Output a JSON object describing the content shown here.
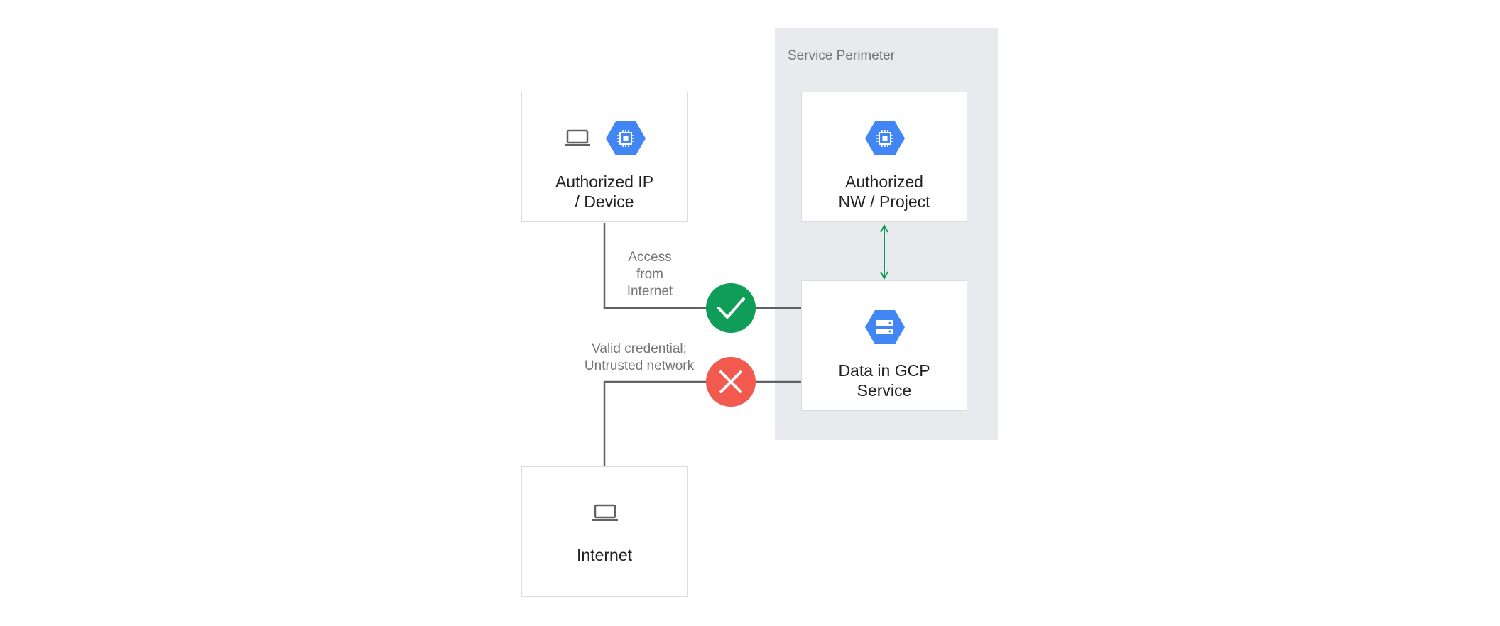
{
  "perimeter": {
    "label": "Service Perimeter",
    "background": "#e8eaed"
  },
  "nodes": {
    "authorized_device": {
      "label_line1": "Authorized IP",
      "label_line2": "/ Device",
      "icons": [
        "laptop-icon",
        "compute-engine-icon"
      ]
    },
    "authorized_network": {
      "label_line1": "Authorized",
      "label_line2": "NW / Project",
      "icons": [
        "compute-engine-icon"
      ]
    },
    "data_service": {
      "label_line1": "Data in GCP",
      "label_line2": "Service",
      "icons": [
        "storage-icon"
      ]
    },
    "internet": {
      "label": "Internet",
      "icons": [
        "laptop-icon"
      ]
    }
  },
  "edges": {
    "access_allowed": {
      "label_line1": "Access",
      "label_line2": "from",
      "label_line3": "Internet",
      "status": "allowed",
      "status_icon": "check-icon",
      "color": "#0f9d58"
    },
    "access_denied": {
      "label_line1": "Valid credential;",
      "label_line2": "Untrusted network",
      "status": "denied",
      "status_icon": "close-icon",
      "color": "#f25a50"
    },
    "network_to_data": {
      "direction": "bidirectional",
      "color": "#0f9d58"
    }
  },
  "colors": {
    "gcp_blue": "#4285f4",
    "line_gray": "#616161",
    "text_dark": "#202124",
    "text_gray": "#757575"
  }
}
